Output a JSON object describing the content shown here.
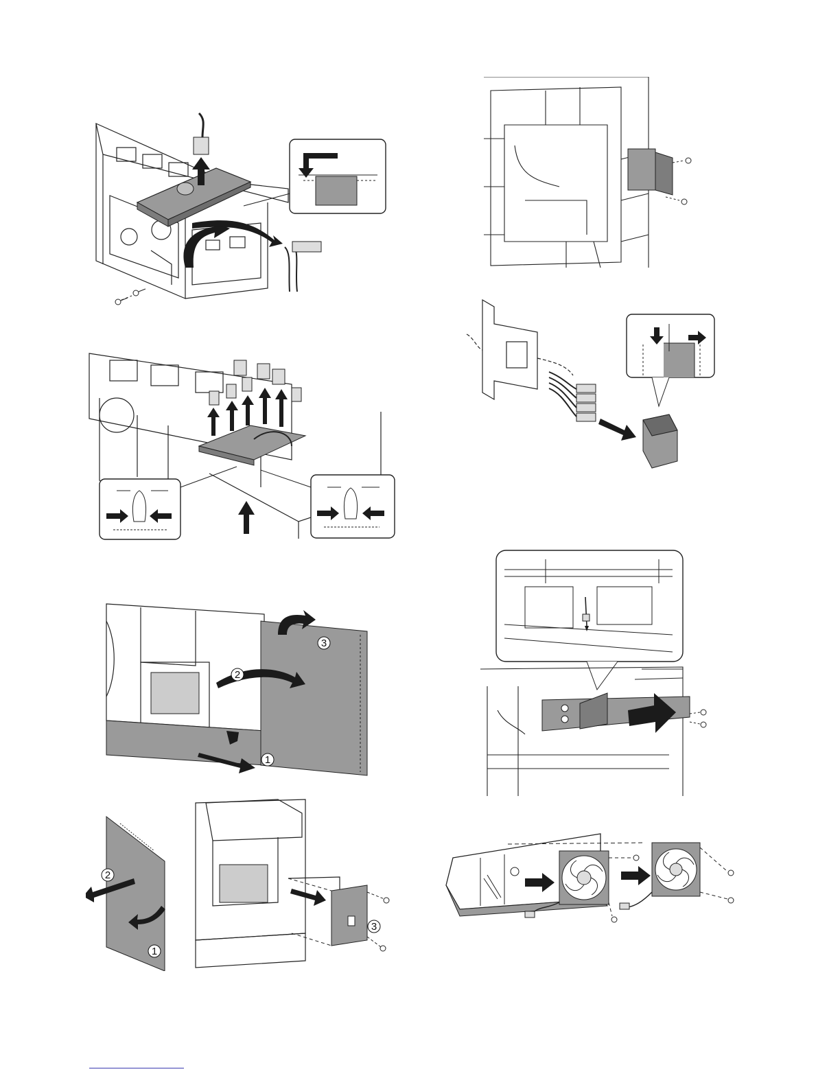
{
  "figures": {
    "fig_left_4": {
      "callouts": [
        "2",
        "1",
        "3"
      ]
    },
    "fig_left_3": {
      "callouts": [
        "3",
        "2",
        "1"
      ]
    }
  }
}
